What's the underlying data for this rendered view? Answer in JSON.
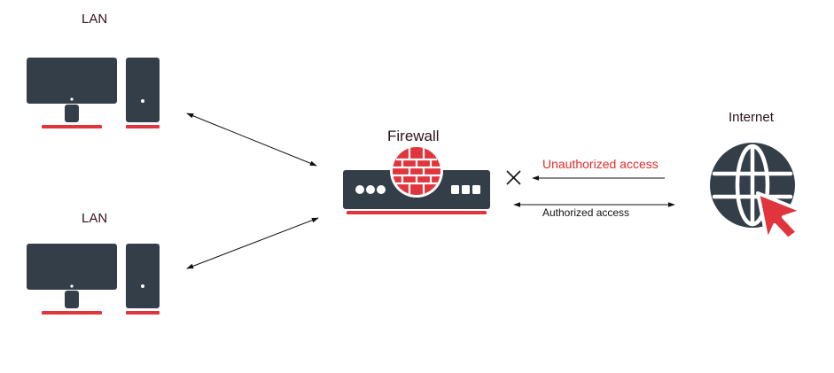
{
  "labels": {
    "lan_top": "LAN",
    "lan_bottom": "LAN",
    "firewall": "Firewall",
    "internet": "Internet",
    "unauthorized": "Unauthorized access",
    "authorized": "Authorized access"
  },
  "colors": {
    "device": "#333e48",
    "accent": "#e0353c",
    "unauthorized_text": "#e32b2b",
    "label_text": "#3a0f1e"
  },
  "icons": {
    "computer": "desktop-computer-icon",
    "firewall": "firewall-brick-icon",
    "internet": "globe-cursor-icon",
    "blocked": "x-mark-icon"
  }
}
